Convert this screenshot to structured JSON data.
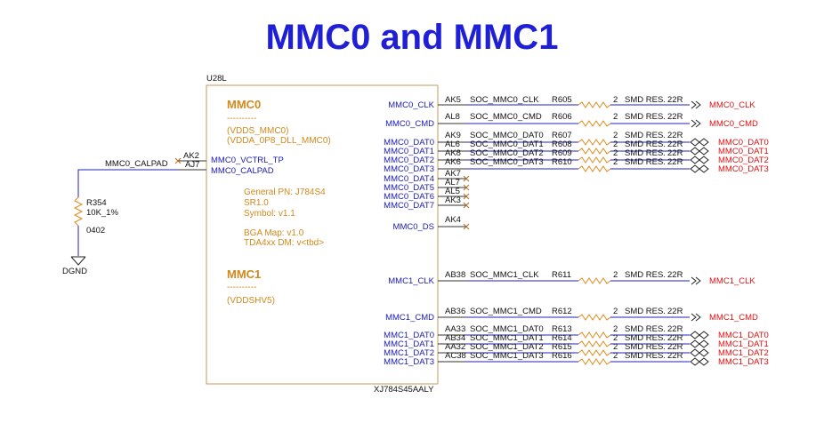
{
  "title": "MMC0 and MMC1",
  "chip": {
    "ref": "U28L",
    "part": "XJ784S45AALY",
    "mmc0_header": "MMC0",
    "mmc0_dashes": "----------",
    "mmc0_supply1": "(VDDS_MMC0)",
    "mmc0_supply2": "(VDDA_0P8_DLL_MMC0)",
    "info": [
      "General PN: J784S4",
      "SR1.0",
      " Symbol: v1.1",
      "BGA Map: v1.0",
      "TDA4xx DM: v<tbd>"
    ],
    "mmc1_header": "MMC1",
    "mmc1_dashes": "----------",
    "mmc1_supply": "(VDDSHV5)",
    "left_pins": [
      {
        "name": "MMC0_VCTRL_TP",
        "ball": "AK2"
      },
      {
        "name": "MMC0_CALPAD",
        "ball": "AJ7"
      }
    ]
  },
  "calpad": {
    "net": "MMC0_CALPAD",
    "res_ref": "R354",
    "res_val": "10K_1%",
    "res_pkg": "0402",
    "gnd": "DGND"
  },
  "right_pins": [
    {
      "name": "MMC0_CLK",
      "ball": "AK5",
      "net": "SOC_MMC0_CLK",
      "ref": "R605",
      "pin2": "2",
      "part": "SMD RES.",
      "val": "22R",
      "out": "MMC0_CLK",
      "arrow": "single"
    },
    {
      "name": "MMC0_CMD",
      "ball": "AL8",
      "net": "SOC_MMC0_CMD",
      "ref": "R606",
      "pin2": "2",
      "part": "SMD RES.",
      "val": "22R",
      "out": "MMC0_CMD",
      "arrow": "single"
    },
    {
      "name": "MMC0_DAT0",
      "ball": "AK9",
      "net": "SOC_MMC0_DAT0",
      "ref": "R607",
      "pin2": "2",
      "part": "SMD RES.",
      "val": "22R",
      "out": "MMC0_DAT0",
      "arrow": "double"
    },
    {
      "name": "MMC0_DAT1",
      "ball": "AL6",
      "net": "SOC_MMC0_DAT1",
      "ref": "R608",
      "pin2": "2",
      "part": "SMD RES.",
      "val": "22R",
      "out": "MMC0_DAT1",
      "arrow": "double"
    },
    {
      "name": "MMC0_DAT2",
      "ball": "AK8",
      "net": "SOC_MMC0_DAT2",
      "ref": "R609",
      "pin2": "2",
      "part": "SMD RES.",
      "val": "22R",
      "out": "MMC0_DAT2",
      "arrow": "double"
    },
    {
      "name": "MMC0_DAT3",
      "ball": "AK6",
      "net": "SOC_MMC0_DAT3",
      "ref": "R610",
      "pin2": "2",
      "part": "SMD RES.",
      "val": "22R",
      "out": "MMC0_DAT3",
      "arrow": "double"
    },
    {
      "name": "MMC0_DAT4",
      "ball": "AK7",
      "nc": true
    },
    {
      "name": "MMC0_DAT5",
      "ball": "AL7",
      "nc": true
    },
    {
      "name": "MMC0_DAT6",
      "ball": "AL5",
      "nc": true
    },
    {
      "name": "MMC0_DAT7",
      "ball": "AK3",
      "nc": true
    },
    {
      "name": "MMC0_DS",
      "ball": "AK4",
      "nc": true
    },
    {
      "name": "MMC1_CLK",
      "ball": "AB38",
      "net": "SOC_MMC1_CLK",
      "ref": "R611",
      "pin2": "2",
      "part": "SMD RES.",
      "val": "22R",
      "out": "MMC1_CLK",
      "arrow": "single"
    },
    {
      "name": "MMC1_CMD",
      "ball": "AB36",
      "net": "SOC_MMC1_CMD",
      "ref": "R612",
      "pin2": "2",
      "part": "SMD RES.",
      "val": "22R",
      "out": "MMC1_CMD",
      "arrow": "single"
    },
    {
      "name": "MMC1_DAT0",
      "ball": "AA33",
      "net": "SOC_MMC1_DAT0",
      "ref": "R613",
      "pin2": "2",
      "part": "SMD RES.",
      "val": "22R",
      "out": "MMC1_DAT0",
      "arrow": "double"
    },
    {
      "name": "MMC1_DAT1",
      "ball": "AB34",
      "net": "SOC_MMC1_DAT1",
      "ref": "R614",
      "pin2": "2",
      "part": "SMD RES.",
      "val": "22R",
      "out": "MMC1_DAT1",
      "arrow": "double"
    },
    {
      "name": "MMC1_DAT2",
      "ball": "AA32",
      "net": "SOC_MMC1_DAT2",
      "ref": "R615",
      "pin2": "2",
      "part": "SMD RES.",
      "val": "22R",
      "out": "MMC1_DAT2",
      "arrow": "double"
    },
    {
      "name": "MMC1_DAT3",
      "ball": "AC38",
      "net": "SOC_MMC1_DAT3",
      "ref": "R616",
      "pin2": "2",
      "part": "SMD RES.",
      "val": "22R",
      "out": "MMC1_DAT3",
      "arrow": "double"
    }
  ]
}
